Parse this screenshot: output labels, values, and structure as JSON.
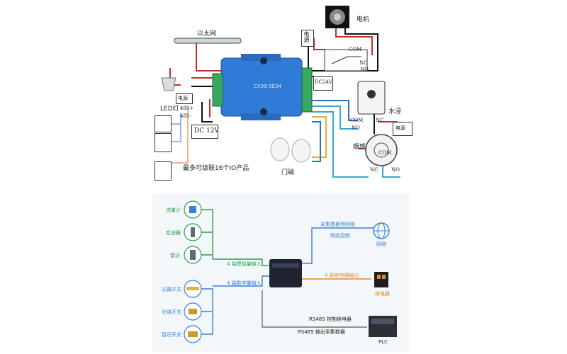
{
  "top": {
    "ethernet": "以太网",
    "motor": "电机",
    "power": "电源",
    "power_alt": "电源",
    "power_right": "电源",
    "led": "LED灯",
    "dc12": "DC 12V",
    "dc24": "DC24V",
    "device_label": "CX09-5E34",
    "com": "COM",
    "nc": "NC",
    "no": "NO",
    "water": "水浸",
    "smoke": "烟感",
    "door": "门磁",
    "cascade": "最多可级联16个IO产品",
    "rs485a": "485+",
    "rs485b": "485-"
  },
  "bottom": {
    "sensors_analog": [
      "流量计",
      "变送器",
      "雷达"
    ],
    "sensors_digital": [
      "光幕开关",
      "光电开关",
      "接近开关"
    ],
    "analog_in": "4 路模拟量输入",
    "digital_in": "4 路数字量输入",
    "upload": "采集数据到网络",
    "net_ctrl": "网络控制",
    "network": "网络",
    "relay_out": "4 路继电器输出",
    "relay": "继电器",
    "rs485_ctrl": "RS485 控制继电器",
    "rs485_read": "RS485 输出采集数据",
    "plc": "PLC"
  },
  "colors": {
    "device_blue": "#2f7bd6",
    "green": "#2e9a52",
    "blue": "#3b7fd8",
    "orange": "#e28a2b"
  }
}
